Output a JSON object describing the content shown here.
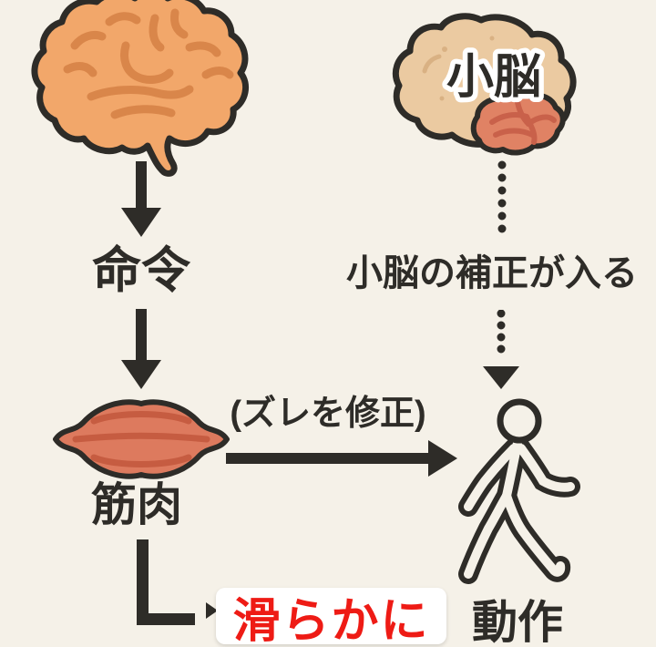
{
  "palette": {
    "bg": "#f5f1e8",
    "ink": "#2e2c28",
    "brain_fill": "#f2a76a",
    "brain_lines": "#d9864a",
    "cerebrum_fill": "#ebcaa1",
    "cerebrum_speckle": "#d9b183",
    "cerebellum_fill": "#e08264",
    "cerebellum_lines": "#c9614a",
    "muscle_fill": "#dd7a5e",
    "muscle_lines": "#c65c41",
    "accent_red": "#ee1b15",
    "note_box_bg": "#ffffff"
  },
  "labels": {
    "cerebellum": "小脳",
    "command": "命令",
    "muscle": "筋肉",
    "action": "動作",
    "correction_note": "小脳の補正が入る",
    "fix_note": "(ズレを修正)",
    "smooth": "滑らかに"
  },
  "icons": {
    "brain_icon": "orange cerebrum side view",
    "cerebellum_icon": "tan brain with red highlighted cerebellum",
    "muscle_icon": "red skeletal muscle spindle",
    "walking_person_icon": "black outlined walking figure"
  },
  "edges": [
    {
      "from": "brain",
      "to": "command",
      "style": "solid-down-arrow"
    },
    {
      "from": "command",
      "to": "muscle",
      "style": "solid-down-arrow"
    },
    {
      "from": "muscle",
      "to": "action",
      "style": "solid-right-arrow",
      "note": "(ズレを修正)"
    },
    {
      "from": "cerebellum",
      "to": "correction_note",
      "style": "dotted-line"
    },
    {
      "from": "correction_note",
      "to": "action",
      "style": "dotted-down-arrow"
    },
    {
      "from": "muscle",
      "to": "smooth",
      "style": "elbow-connector"
    }
  ]
}
